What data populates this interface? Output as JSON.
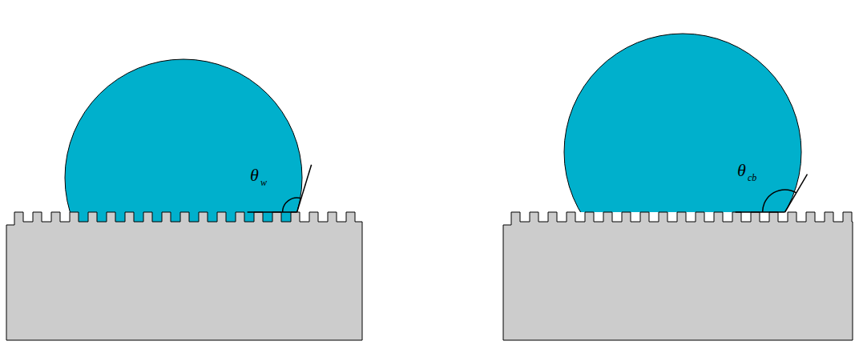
{
  "diagram": {
    "labels": [
      "θ",
      "w",
      "θ",
      "cb"
    ]
  }
}
